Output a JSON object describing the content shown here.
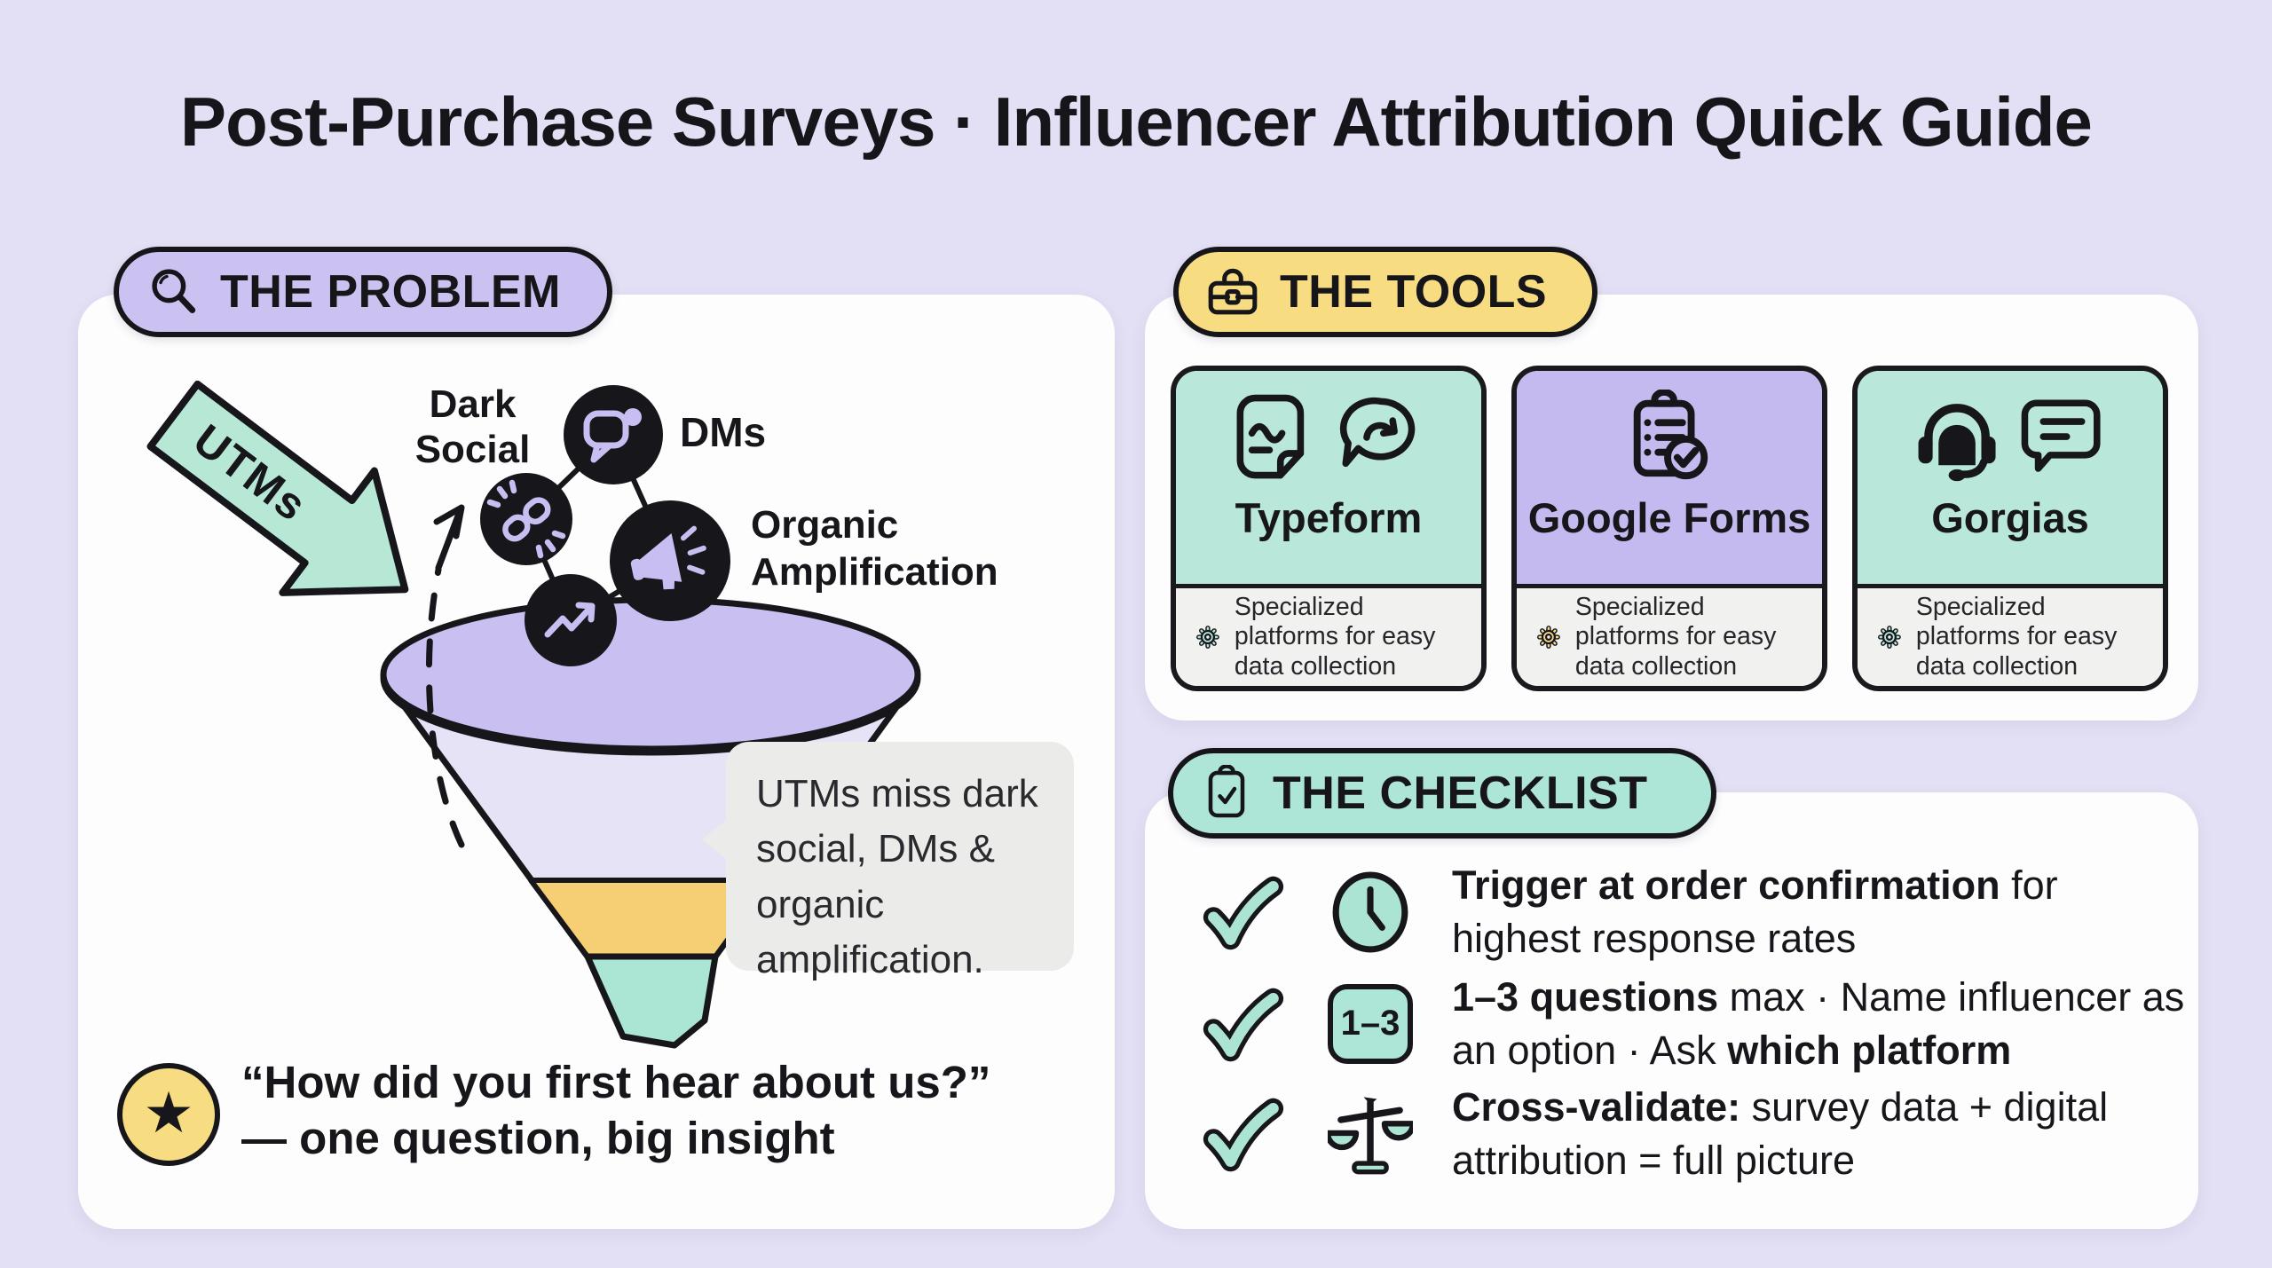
{
  "page": {
    "title": "Post-Purchase Surveys · Influencer Attribution Quick Guide"
  },
  "problem": {
    "badge": "THE PROBLEM",
    "arrow_label": "UTMs",
    "node_labels": {
      "dark_social": "Dark Social",
      "dms": "DMs",
      "organic": "Organic Amplification"
    },
    "bubble_text": "UTMs miss dark social, DMs & organic amplification.",
    "quote_line1": "“How did you first hear about us?”",
    "quote_line2": "— one question, big insight"
  },
  "tools": {
    "badge": "THE TOOLS",
    "cards": [
      {
        "name": "Typeform",
        "description": "Specialized platforms for easy data collection",
        "accent": "#B9E8DB"
      },
      {
        "name": "Google Forms",
        "description": "Specialized platforms for easy data collection",
        "accent": "#C5BAEF"
      },
      {
        "name": "Gorgias",
        "description": "Specialized platforms for easy data collection",
        "accent": "#B9E8DB"
      }
    ]
  },
  "checklist": {
    "badge": "THE CHECKLIST",
    "items": [
      {
        "icon": "clock-icon",
        "bold": "Trigger at order confirmation",
        "rest": " for highest response rates"
      },
      {
        "icon": "range-badge",
        "badge": "1–3",
        "bold": "1–3 questions",
        "mid": " max · Name influencer as an option · Ask ",
        "bold2": "which platform"
      },
      {
        "icon": "scale-icon",
        "bold": "Cross-validate:",
        "rest": " survey data + digital attribution = full picture"
      }
    ]
  },
  "colors": {
    "background": "#E3DFF4",
    "panel": "#FDFDFE",
    "ink": "#17171B",
    "purple": "#CCC2F1",
    "purple_deep": "#C5BAEF",
    "mint": "#ADE5D6",
    "yellow": "#F8DC82",
    "funnel_yellow": "#F6CE73",
    "bubble_grey": "#EBEBE9"
  }
}
